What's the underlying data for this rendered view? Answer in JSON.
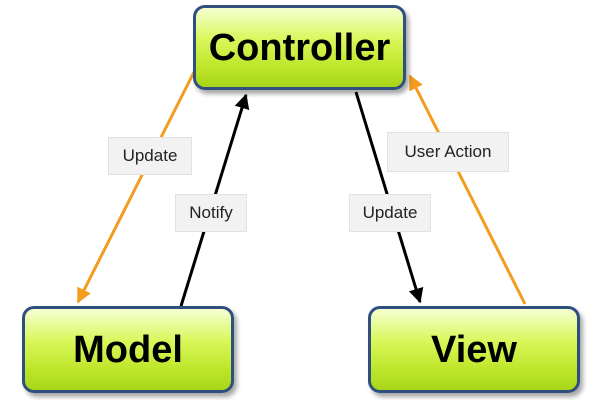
{
  "diagram": {
    "nodes": {
      "controller": "Controller",
      "model": "Model",
      "view": "View"
    },
    "edges": [
      {
        "from": "controller",
        "to": "model",
        "label": "Update",
        "color": "#f39c1d"
      },
      {
        "from": "model",
        "to": "controller",
        "label": "Notify",
        "color": "#000000"
      },
      {
        "from": "controller",
        "to": "view",
        "label": "Update",
        "color": "#000000"
      },
      {
        "from": "view",
        "to": "controller",
        "label": "User Action",
        "color": "#f39c1d"
      }
    ]
  },
  "colors": {
    "box_border": "#2f4f7f",
    "box_fill": "#c8ec35",
    "orange_arrow": "#f39c1d",
    "black_arrow": "#000000",
    "label_bg": "#f2f2f2"
  }
}
